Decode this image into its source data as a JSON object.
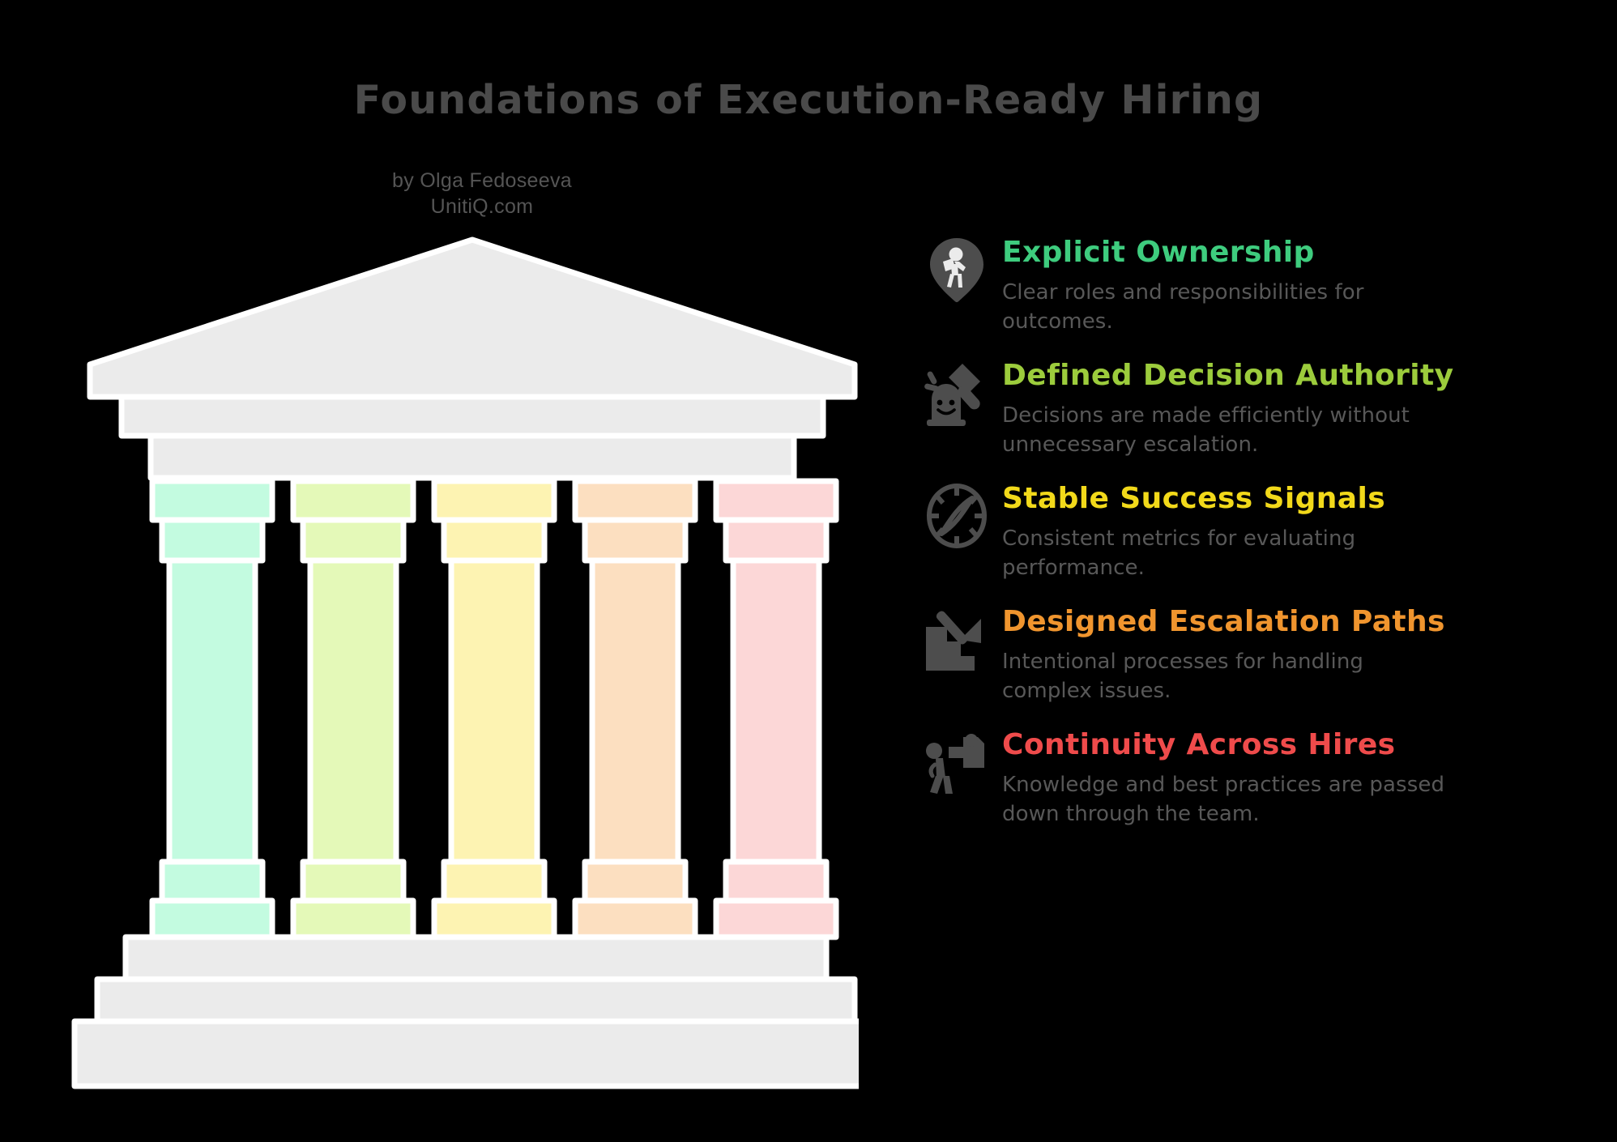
{
  "header": {
    "title": "Foundations of Execution-Ready Hiring",
    "byline_author": "by Olga Fedoseeva",
    "byline_site": "UnitiQ.com",
    "title_color": "#4a4a4a",
    "byline_color": "#555555"
  },
  "background_color": "#000000",
  "temple": {
    "label": "greek-temple-illustration",
    "stone_fill": "#ebebeb",
    "stone_outline": "#ffffff",
    "columns": [
      {
        "name": "column-1",
        "color": "#c3fbe0"
      },
      {
        "name": "column-2",
        "color": "#e4f9b8"
      },
      {
        "name": "column-3",
        "color": "#fdf3b2"
      },
      {
        "name": "column-4",
        "color": "#fcdfc0"
      },
      {
        "name": "column-5",
        "color": "#fcd7d7"
      }
    ]
  },
  "features": [
    {
      "icon": "location-pin-hiker-icon",
      "title": "Explicit Ownership",
      "color": "#3ecc7e",
      "description": "Clear roles and responsibilities for outcomes."
    },
    {
      "icon": "gavel-figure-icon",
      "title": "Defined Decision Authority",
      "color": "#9ccc3c",
      "description": "Decisions are made efficiently without unnecessary escalation."
    },
    {
      "icon": "compass-icon",
      "title": "Stable Success Signals",
      "color": "#f2d91a",
      "description": "Consistent metrics for evaluating performance."
    },
    {
      "icon": "stairs-down-arrow-icon",
      "title": "Designed Escalation Paths",
      "color": "#f0952e",
      "description": "Intentional processes for handling complex issues."
    },
    {
      "icon": "walking-person-handoff-icon",
      "title": "Continuity Across Hires",
      "color": "#ef4b4b",
      "description": "Knowledge and best practices are passed down through the team."
    }
  ]
}
